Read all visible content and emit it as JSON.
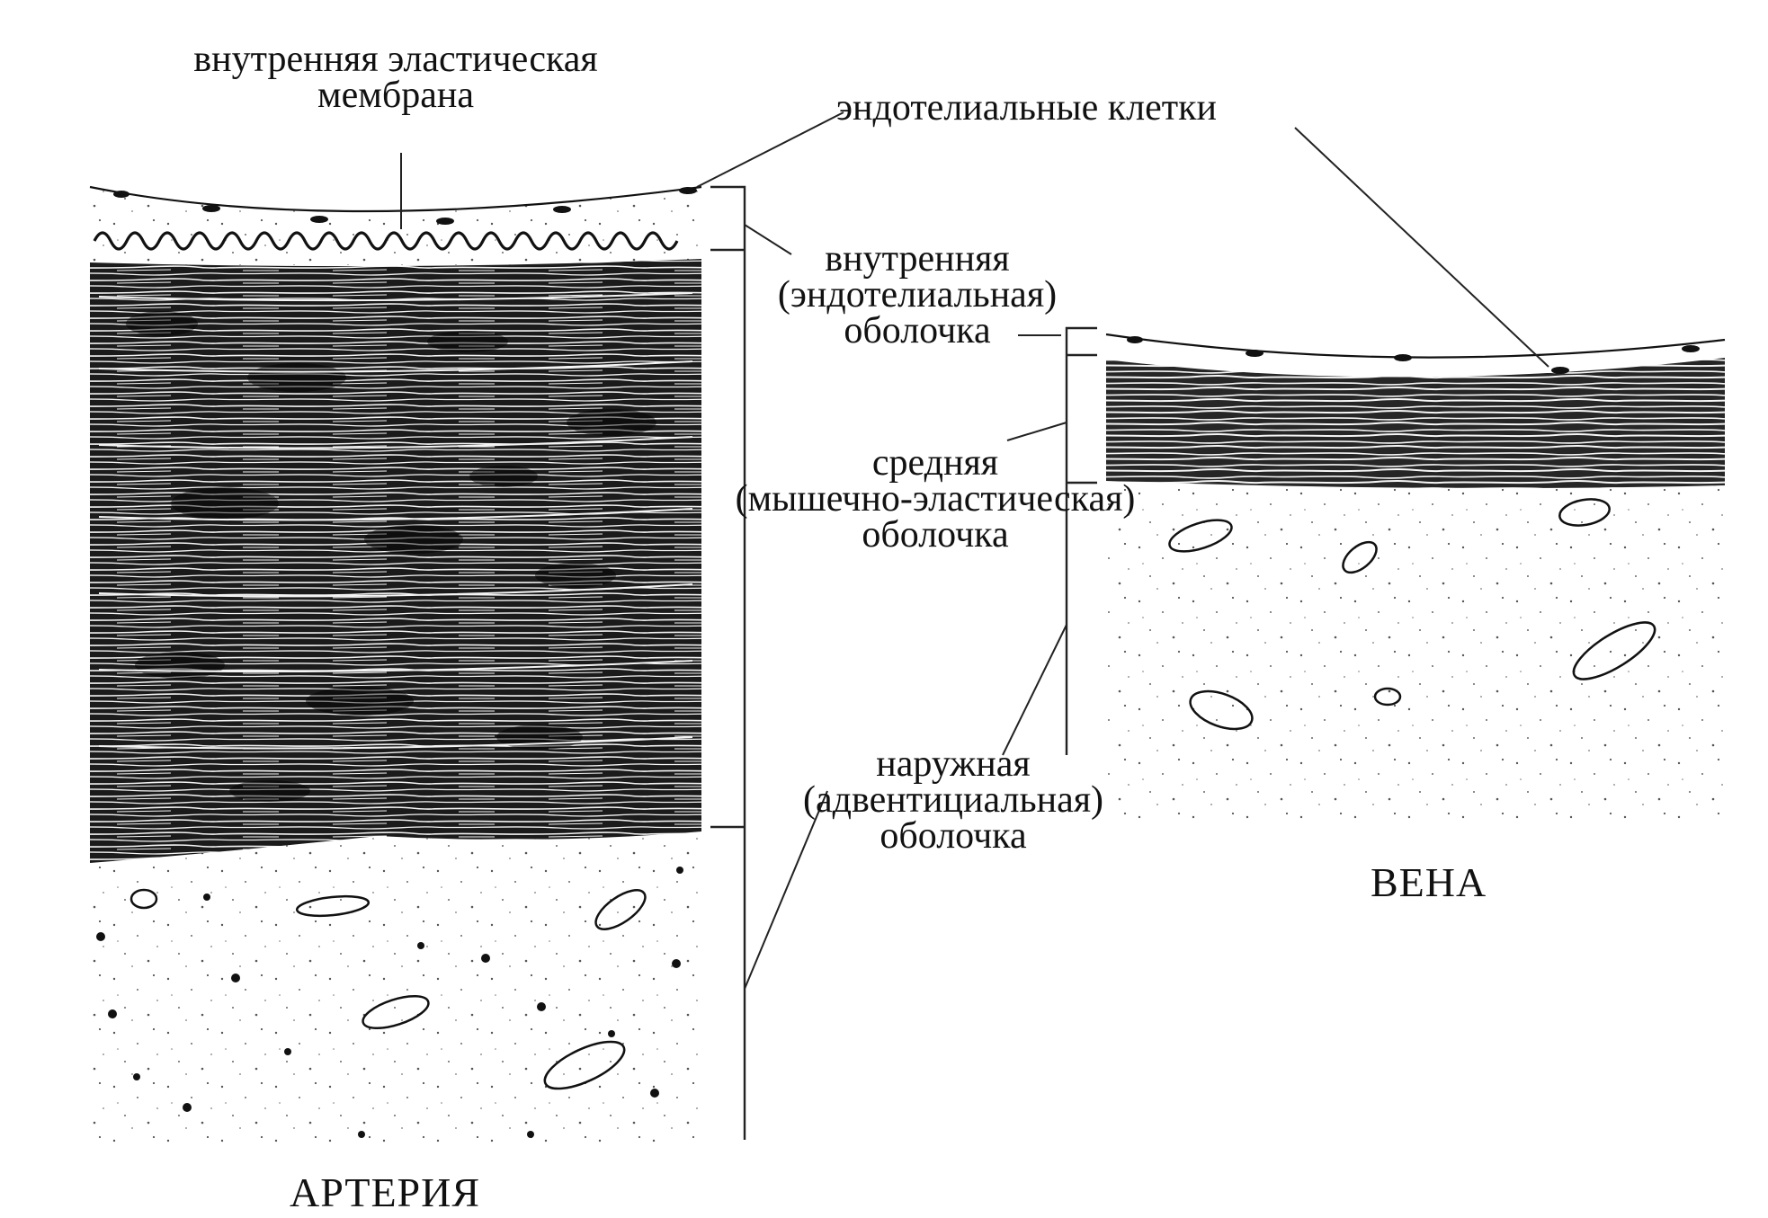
{
  "labels": {
    "internal_elastic_membrane": [
      "внутренняя эластическая",
      "мембрана"
    ],
    "endothelial_cells": "эндотелиальные клетки",
    "inner_layer": [
      "внутренняя",
      "(эндотелиальная)",
      "оболочка"
    ],
    "middle_layer": [
      "средняя",
      "(мышечно-эластическая)",
      "оболочка"
    ],
    "outer_layer": [
      "наружная",
      "(адвентициальная)",
      "оболочка"
    ]
  },
  "captions": {
    "artery": "АРТЕРИЯ",
    "vein": "ВЕНА"
  }
}
